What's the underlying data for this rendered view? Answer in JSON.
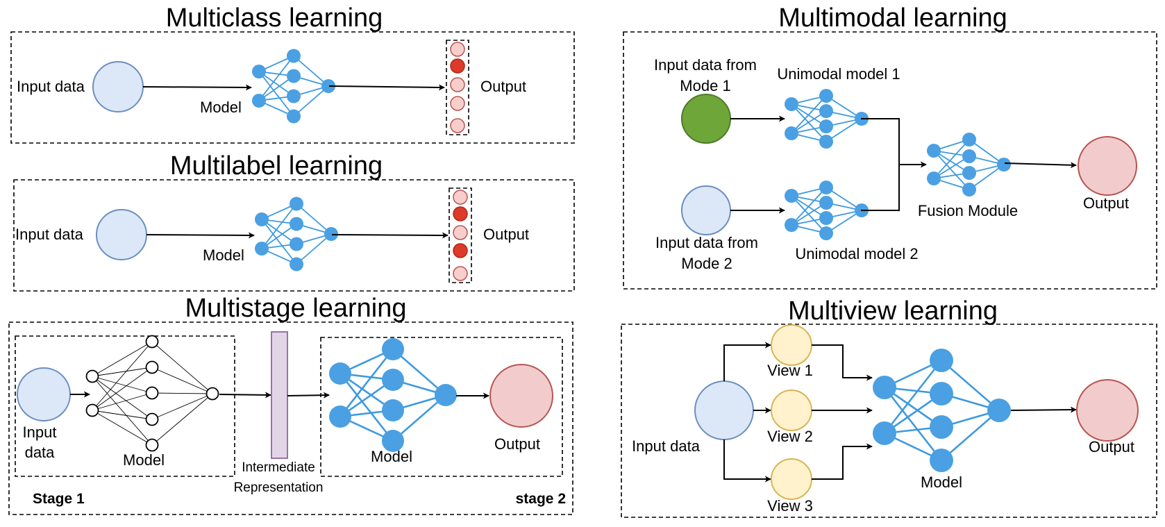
{
  "multiclass": {
    "title": "Multiclass learning",
    "input_label": "Input data",
    "model_label": "Model",
    "output_label": "Output",
    "output_states": [
      "off",
      "on",
      "off",
      "off",
      "off"
    ]
  },
  "multilabel": {
    "title": "Multilabel learning",
    "input_label": "Input data",
    "model_label": "Model",
    "output_label": "Output",
    "output_states": [
      "off",
      "on",
      "off",
      "on",
      "off"
    ]
  },
  "multistage": {
    "title": "Multistage learning",
    "input_label_1": "Input",
    "input_label_2": "data",
    "model1_label": "Model",
    "intermediate_label_1": "Intermediate",
    "intermediate_label_2": "Representation",
    "model2_label": "Model",
    "output_label": "Output",
    "stage1_label": "Stage 1",
    "stage2_label": "stage 2"
  },
  "multimodal": {
    "title": "Multimodal learning",
    "input1_label_1": "Input data from",
    "input1_label_2": "Mode 1",
    "input2_label_1": "Input data from",
    "input2_label_2": "Mode 2",
    "unimodal1_label": "Unimodal model 1",
    "unimodal2_label": "Unimodal model 2",
    "fusion_label": "Fusion Module",
    "output_label": "Output"
  },
  "multiview": {
    "title": "Multiview learning",
    "input_label": "Input data",
    "views": [
      "View 1",
      "View 2",
      "View 3"
    ],
    "model_label": "Model",
    "output_label": "Output"
  },
  "colors": {
    "nn_node": "#4aa0e2",
    "input_blue": "#dce8f8",
    "input_green": "#6fa63a",
    "output_red": "#f2cccc",
    "output_active": "#dc3a2a",
    "view_yellow": "#fff2cc",
    "intermediate_purple": "#e1d5e7"
  }
}
